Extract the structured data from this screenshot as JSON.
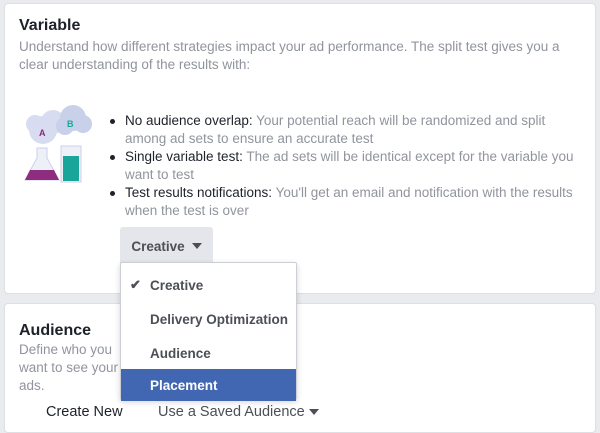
{
  "variable": {
    "title": "Variable",
    "description": "Understand how different strategies impact your ad performance. The split test gives you a clear understanding of the results with:",
    "bullets": [
      {
        "label": "No audience overlap:",
        "text": " Your potential reach will be randomized and split among ad sets to ensure an accurate test"
      },
      {
        "label": "Single variable test:",
        "text": " The ad sets will be identical except for the variable you want to test"
      },
      {
        "label": "Test results notifications:",
        "text": " You'll get an email and notification with the results when the test is over"
      }
    ],
    "dropdown": {
      "selected": "Creative",
      "options": [
        "Creative",
        "Delivery Optimization",
        "Audience",
        "Placement"
      ],
      "highlighted": "Placement",
      "check_icon": "✔"
    },
    "illustration": {
      "a": "A",
      "b": "B"
    }
  },
  "audience": {
    "title": "Audience",
    "description": "Define who you want to see your ads.",
    "create_new": "Create New",
    "saved": "Use a Saved Audience"
  },
  "colors": {
    "highlight": "#4267b2"
  }
}
